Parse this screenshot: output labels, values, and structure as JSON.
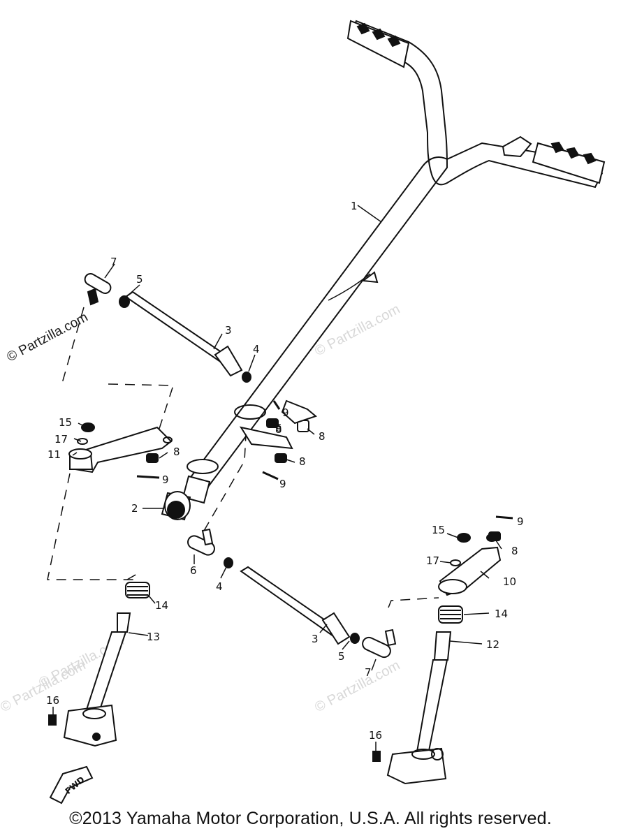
{
  "callouts": {
    "c1": "1",
    "c2": "2",
    "c3a": "3",
    "c3b": "3",
    "c4a": "4",
    "c4b": "4",
    "c5a": "5",
    "c5b": "5",
    "c6a": "6",
    "c6b": "6",
    "c7a": "7",
    "c7b": "7",
    "c8a": "8",
    "c8b": "8",
    "c8c": "8",
    "c8d": "8",
    "c8e": "8",
    "c9a": "9",
    "c9b": "9",
    "c9c": "9",
    "c9d": "9",
    "c10": "10",
    "c11": "11",
    "c12": "12",
    "c13": "13",
    "c14a": "14",
    "c14b": "14",
    "c15a": "15",
    "c15b": "15",
    "c16a": "16",
    "c16b": "16",
    "c17a": "17",
    "c17b": "17"
  },
  "fwd_label": "FWD",
  "watermarks": {
    "left_dark": "© Partzilla.com",
    "light": "© Partzilla.com"
  },
  "copyright": "©2013 Yamaha Motor Corporation, U.S.A. All rights reserved."
}
